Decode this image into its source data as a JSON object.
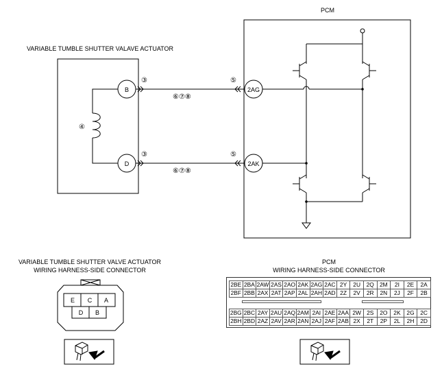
{
  "labels": {
    "pcm_title": "PCM",
    "actuator_title": "VARIABLE TUMBLE SHUTTER VALAVE ACTUATOR",
    "pin_b": "B",
    "pin_d": "D",
    "pin_2ag": "2AG",
    "pin_2ak": "2AK",
    "note_3": "③",
    "note_4": "④",
    "note_5": "⑤",
    "note_678": "⑥⑦⑧",
    "actuator_connector_line1": "VARIABLE TUMBLE SHUTTER VALVE ACTUATOR",
    "actuator_connector_line2": "WIRING HARNESS-SIDE CONNECTOR",
    "pcm_connector_line1": "PCM",
    "pcm_connector_line2": "WIRING HARNESS-SIDE CONNECTOR"
  },
  "actuator_connector": {
    "top_row": [
      "E",
      "C",
      "A"
    ],
    "bottom_row": [
      "D",
      "B"
    ]
  },
  "pcm_connector": {
    "upper_rows": [
      [
        "2BE",
        "2BA",
        "2AW",
        "2AS",
        "2AO",
        "2AK",
        "2AG",
        "2AC",
        "2Y",
        "2U",
        "2Q",
        "2M",
        "2I",
        "2E",
        "2A"
      ],
      [
        "2BF",
        "2BB",
        "2AX",
        "2AT",
        "2AP",
        "2AL",
        "2AH",
        "2AD",
        "2Z",
        "2V",
        "2R",
        "2N",
        "2J",
        "2F",
        "2B"
      ]
    ],
    "lower_rows": [
      [
        "2BG",
        "2BC",
        "2AY",
        "2AU",
        "2AQ",
        "2AM",
        "2AI",
        "2AE",
        "2AA",
        "2W",
        "2S",
        "2O",
        "2K",
        "2G",
        "2C"
      ],
      [
        "2BH",
        "2BD",
        "2AZ",
        "2AV",
        "2AR",
        "2AN",
        "2AJ",
        "2AF",
        "2AB",
        "2X",
        "2T",
        "2P",
        "2L",
        "2H",
        "2D"
      ]
    ]
  }
}
